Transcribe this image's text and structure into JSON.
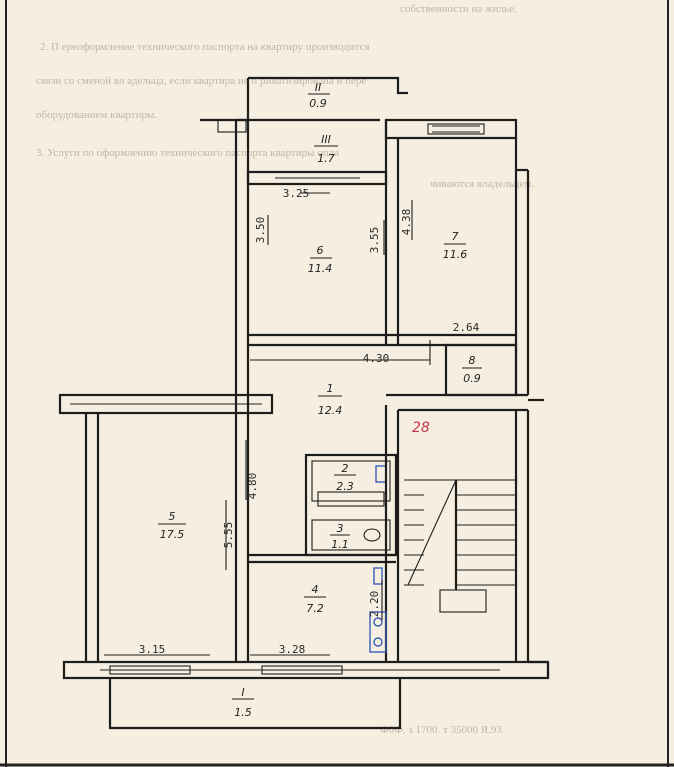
{
  "header_text": {
    "line1": "собственности на жилье.",
    "line2": "2. П ереоформление технического паспорта на квартиру производится",
    "line3": "связи со сменой вл адельца, если квартира не п риватизирована и пере",
    "line4": "оборудованием квартиры.",
    "line5": "3. Услуги по оформлению технического паспорта квартиры опла",
    "line6": "чиваются владельцем."
  },
  "footer_text": "Ф0Ф. з 1700. т 35000 Я.93",
  "red_annotation": "28",
  "rooms": [
    {
      "id": "5",
      "area": "17.5"
    },
    {
      "id": "6",
      "area": "11.4"
    },
    {
      "id": "7",
      "area": "11.6"
    },
    {
      "id": "1",
      "area": "12.4"
    },
    {
      "id": "2",
      "area": "2.3"
    },
    {
      "id": "3",
      "area": "1.1"
    },
    {
      "id": "4",
      "area": "7.2"
    },
    {
      "id": "8",
      "area": "0.9"
    },
    {
      "id": "II",
      "area": "0.9"
    },
    {
      "id": "III",
      "area": "1.7"
    },
    {
      "id": "I",
      "area": "1.5"
    }
  ],
  "dimensions": {
    "d_325": "3.25",
    "d_350": "3.50",
    "d_355": "3.55",
    "d_438": "4.38",
    "d_264": "2.64",
    "d_430": "4.30",
    "d_480": "4.80",
    "d_555": "5.55",
    "d_220": "2.20",
    "d_315": "3.15",
    "d_328": "3.28"
  }
}
